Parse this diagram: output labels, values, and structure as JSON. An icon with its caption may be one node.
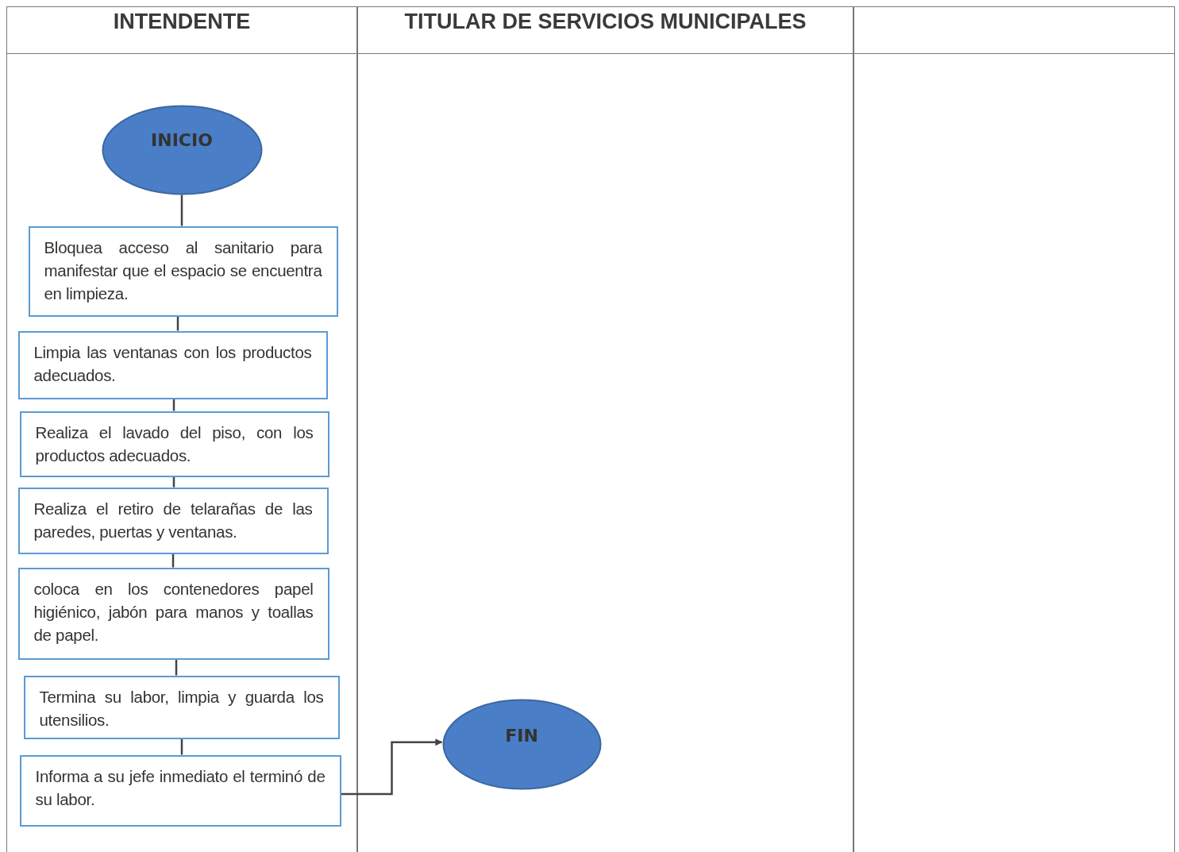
{
  "diagram": {
    "nodes": [
      {
        "text": [
          "INTENDENTE"
        ]
      },
      {
        "text": [
          "TITULAR DE SERVICIOS MUNICIPALES"
        ]
      },
      {
        "text": [],
        "shape": "box"
      },
      {
        "text": [
          "INICIO"
        ],
        "in": 0
      },
      {
        "text": [
          "Bloquea acceso al sanitario para manifestar que el espacio se encuentra en limpieza."
        ],
        "in": 0
      },
      {
        "text": [
          "Limpia las ventanas con los productos adecuados."
        ],
        "in": 0
      },
      {
        "text": [
          "Realiza el lavado del piso, con los productos adecuados."
        ],
        "in": 0
      },
      {
        "text": [
          "Realiza el retiro de telarañas de las paredes, puertas y ventanas."
        ],
        "in": 0
      },
      {
        "text": [
          "coloca en los contenedores papel higiénico, jabón para manos y toallas de papel."
        ],
        "in": 0
      },
      {
        "text": [
          "Termina su labor, limpia y guarda los utensilios."
        ],
        "in": 0
      },
      {
        "text": [
          "Informa a su jefe inmediato el terminó de su labor."
        ],
        "in": 0
      },
      {
        "text": [
          "FIN"
        ],
        "in": 1
      }
    ],
    "edges": [
      {
        "from": 3,
        "to": 4,
        "arrow": "none"
      },
      {
        "from": 4,
        "to": 5,
        "arrow": "none"
      },
      {
        "from": 5,
        "to": 6,
        "arrow": "none"
      },
      {
        "from": 6,
        "to": 7,
        "arrow": "none"
      },
      {
        "from": 7,
        "to": 8,
        "arrow": "none"
      },
      {
        "from": 8,
        "to": 9,
        "arrow": "none"
      },
      {
        "from": 9,
        "to": 10,
        "arrow": "none"
      },
      {
        "from": 10,
        "to": 11,
        "arrow": "to"
      }
    ]
  }
}
